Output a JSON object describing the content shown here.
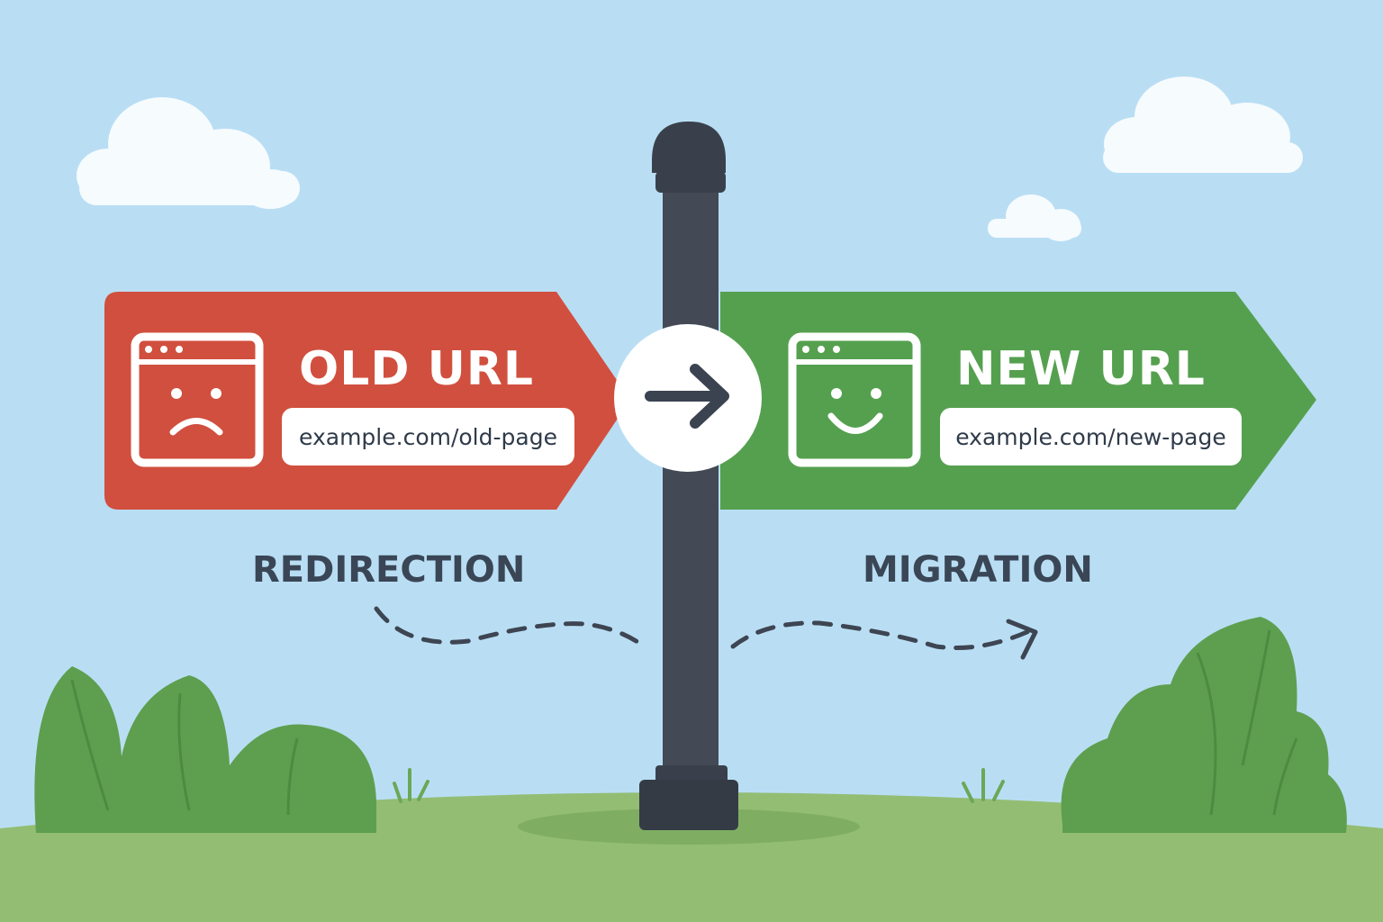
{
  "old_sign": {
    "title": "OLD URL",
    "url": "example.com/old-page",
    "color": "#d14f3e",
    "icon": "sad-browser-icon"
  },
  "new_sign": {
    "title": "NEW URL",
    "url": "example.com/new-page",
    "color": "#55a04f",
    "icon": "happy-browser-icon"
  },
  "center_icon": "right-arrow-icon",
  "captions": {
    "left": "REDIRECTION",
    "right": "MIGRATION"
  },
  "colors": {
    "sky": "#b9def4",
    "ground": "#93bd73",
    "post": "#434a56",
    "bushes": "#5e9f4f"
  }
}
